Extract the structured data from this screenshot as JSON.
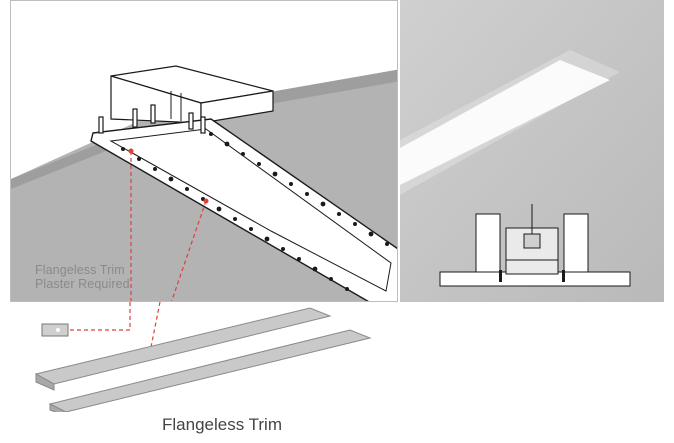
{
  "labels": {
    "callout_line1": "Flangeless Trim",
    "callout_line2": "Plaster Required",
    "caption": "Flangeless Trim"
  },
  "colors": {
    "ceiling_gray": "#b3b3b3",
    "photo_gray": "#c2c2c2",
    "dashed_leader": "#e0403a",
    "trim_silver": "#c9c9c9",
    "line_dark": "#1a1a1a"
  }
}
